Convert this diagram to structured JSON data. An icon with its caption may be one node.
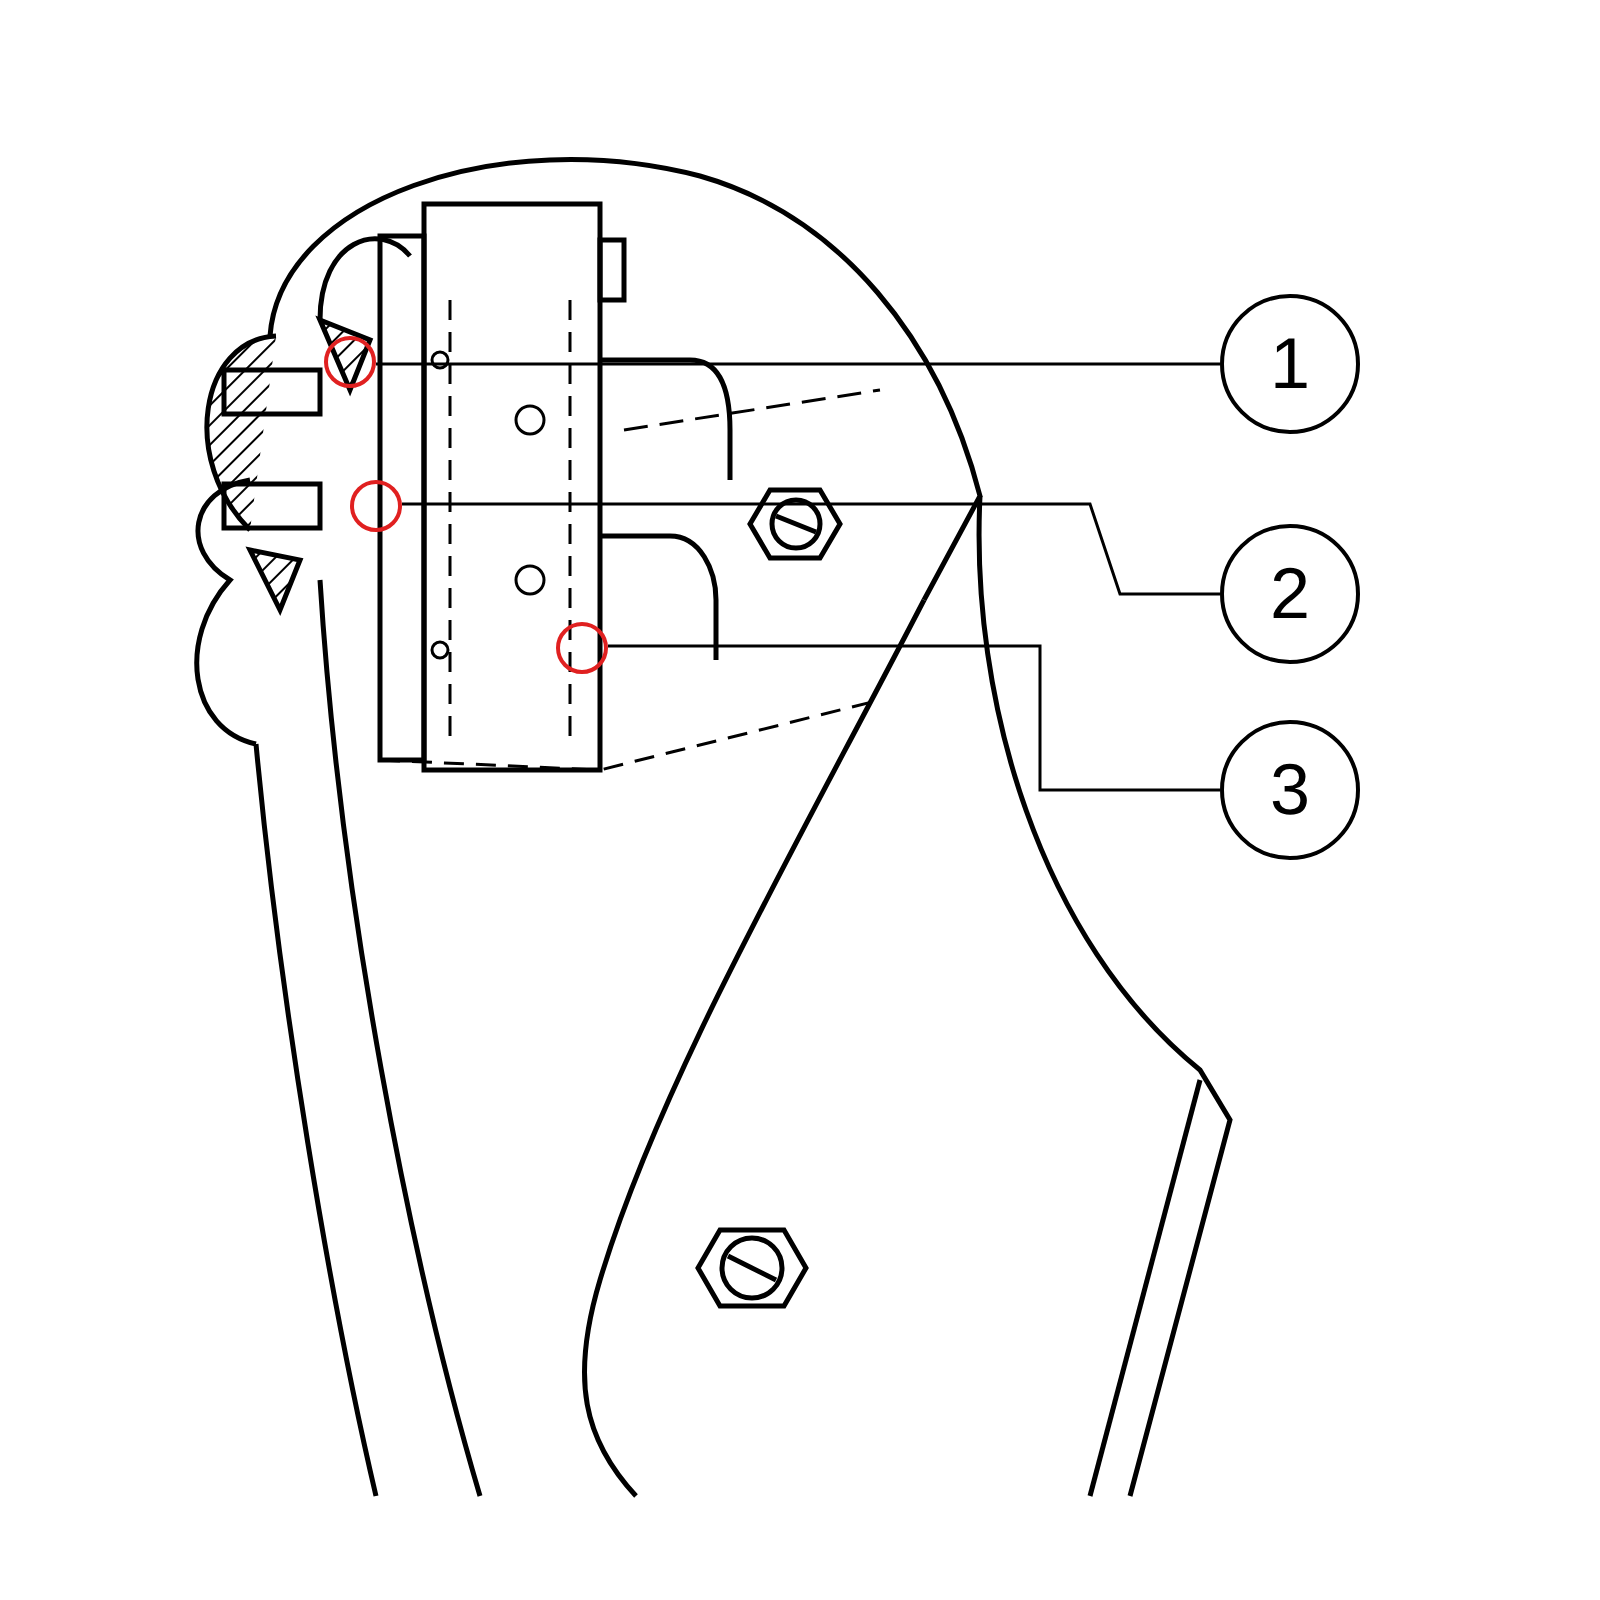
{
  "diagram": {
    "nodes": [
      {
        "text": [
          "1"
        ]
      },
      {
        "text": [
          "2"
        ]
      },
      {
        "text": [
          "3"
        ]
      },
      {
        "text": [],
        "shape": "circle"
      },
      {
        "text": [],
        "shape": "circle"
      },
      {
        "text": [],
        "shape": "circle"
      }
    ],
    "edges": [
      {
        "from": 0,
        "to": 3,
        "arrow": "none"
      },
      {
        "from": 1,
        "to": 4,
        "arrow": "none"
      },
      {
        "from": 2,
        "to": 5,
        "arrow": "none"
      }
    ]
  }
}
